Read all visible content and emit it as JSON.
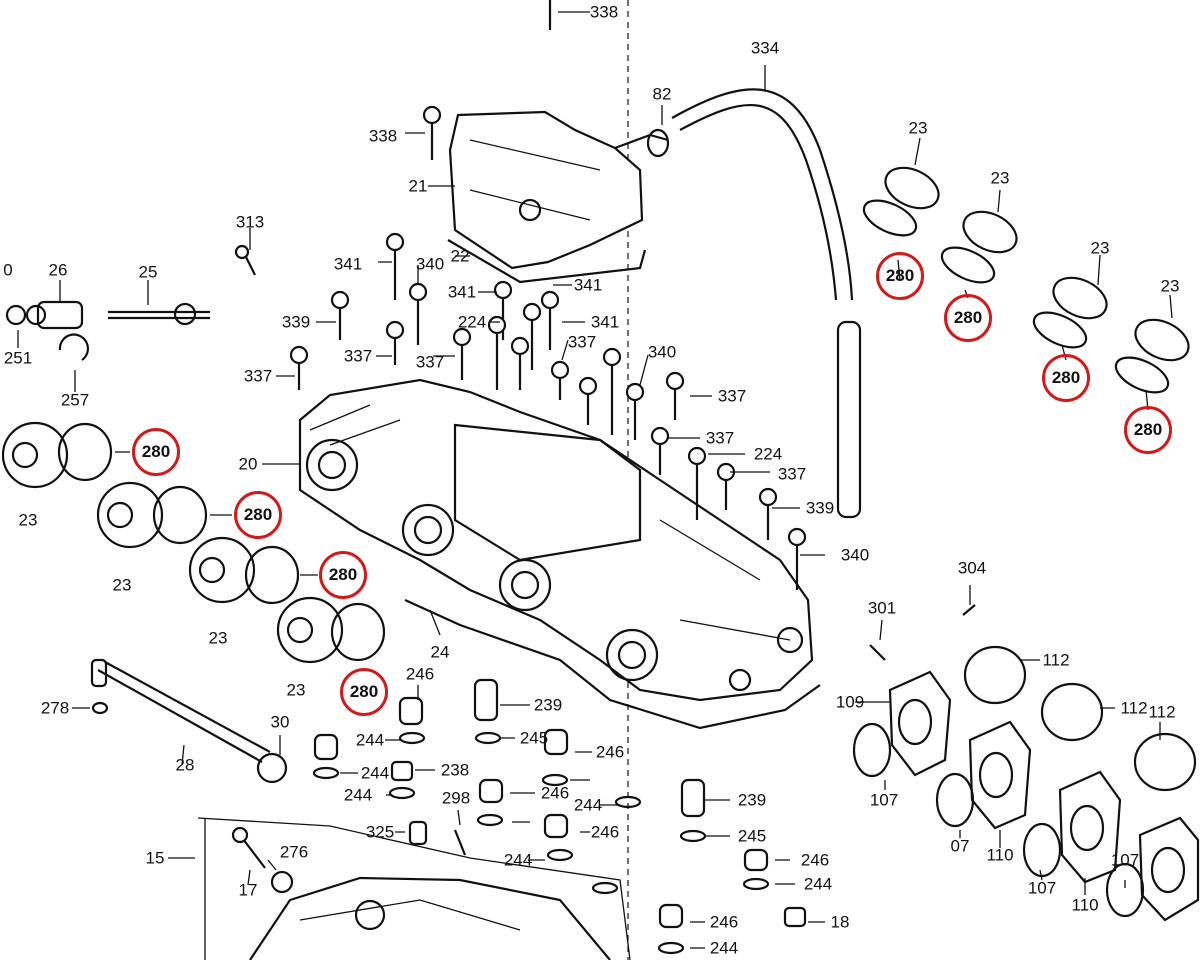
{
  "diagram": {
    "accent_color": "#d21a1a",
    "highlighted_part": "280",
    "labels": [
      {
        "id": "l338a",
        "text": "338"
      },
      {
        "id": "l334",
        "text": "334"
      },
      {
        "id": "l82",
        "text": "82"
      },
      {
        "id": "l338b",
        "text": "338"
      },
      {
        "id": "l21",
        "text": "21"
      },
      {
        "id": "l22",
        "text": "22"
      },
      {
        "id": "l313",
        "text": "313"
      },
      {
        "id": "l0",
        "text": "0"
      },
      {
        "id": "l26",
        "text": "26"
      },
      {
        "id": "l25",
        "text": "25"
      },
      {
        "id": "l251",
        "text": "251"
      },
      {
        "id": "l257",
        "text": "257"
      },
      {
        "id": "l341a",
        "text": "341"
      },
      {
        "id": "l340a",
        "text": "340"
      },
      {
        "id": "l341b",
        "text": "341"
      },
      {
        "id": "l341c",
        "text": "341"
      },
      {
        "id": "l339a",
        "text": "339"
      },
      {
        "id": "l224a",
        "text": "224"
      },
      {
        "id": "l341d",
        "text": "341"
      },
      {
        "id": "l337a",
        "text": "337"
      },
      {
        "id": "l337b",
        "text": "337"
      },
      {
        "id": "l337c",
        "text": "337"
      },
      {
        "id": "l337d",
        "text": "337"
      },
      {
        "id": "l340b",
        "text": "340"
      },
      {
        "id": "l337e",
        "text": "337"
      },
      {
        "id": "l337f",
        "text": "337"
      },
      {
        "id": "l224b",
        "text": "224"
      },
      {
        "id": "l337g",
        "text": "337"
      },
      {
        "id": "l339b",
        "text": "339"
      },
      {
        "id": "l340c",
        "text": "340"
      },
      {
        "id": "l20",
        "text": "20"
      },
      {
        "id": "l23a",
        "text": "23"
      },
      {
        "id": "l23b",
        "text": "23"
      },
      {
        "id": "l23c",
        "text": "23"
      },
      {
        "id": "l23d",
        "text": "23"
      },
      {
        "id": "l24",
        "text": "24"
      },
      {
        "id": "l246a",
        "text": "246"
      },
      {
        "id": "l239a",
        "text": "239"
      },
      {
        "id": "l278",
        "text": "278"
      },
      {
        "id": "l30",
        "text": "30"
      },
      {
        "id": "l28",
        "text": "28"
      },
      {
        "id": "l244a",
        "text": "244"
      },
      {
        "id": "l245a",
        "text": "245"
      },
      {
        "id": "l246b",
        "text": "246"
      },
      {
        "id": "l244b",
        "text": "244"
      },
      {
        "id": "l238",
        "text": "238"
      },
      {
        "id": "l244c",
        "text": "244"
      },
      {
        "id": "l246c",
        "text": "246"
      },
      {
        "id": "l298",
        "text": "298"
      },
      {
        "id": "l244d",
        "text": "244"
      },
      {
        "id": "l246d",
        "text": "246"
      },
      {
        "id": "l325",
        "text": "325"
      },
      {
        "id": "l244e",
        "text": "244"
      },
      {
        "id": "l239b",
        "text": "239"
      },
      {
        "id": "l245b",
        "text": "245"
      },
      {
        "id": "l246e",
        "text": "246"
      },
      {
        "id": "l244f",
        "text": "244"
      },
      {
        "id": "l15",
        "text": "15"
      },
      {
        "id": "l17",
        "text": "17"
      },
      {
        "id": "l276",
        "text": "276"
      },
      {
        "id": "l246f",
        "text": "246"
      },
      {
        "id": "l244g",
        "text": "244"
      },
      {
        "id": "l18",
        "text": "18"
      },
      {
        "id": "l23e",
        "text": "23"
      },
      {
        "id": "l23f",
        "text": "23"
      },
      {
        "id": "l23g",
        "text": "23"
      },
      {
        "id": "l23h",
        "text": "23"
      },
      {
        "id": "l304",
        "text": "304"
      },
      {
        "id": "l301",
        "text": "301"
      },
      {
        "id": "l112a",
        "text": "112"
      },
      {
        "id": "l109",
        "text": "109"
      },
      {
        "id": "l112b",
        "text": "112"
      },
      {
        "id": "l112c",
        "text": "112"
      },
      {
        "id": "l107a",
        "text": "107"
      },
      {
        "id": "l07",
        "text": "07"
      },
      {
        "id": "l110a",
        "text": "110"
      },
      {
        "id": "l107b",
        "text": "107"
      },
      {
        "id": "l110b",
        "text": "110"
      },
      {
        "id": "l107c",
        "text": "107"
      }
    ],
    "circled": [
      {
        "id": "c1",
        "text": "280"
      },
      {
        "id": "c2",
        "text": "280"
      },
      {
        "id": "c3",
        "text": "280"
      },
      {
        "id": "c4",
        "text": "280"
      },
      {
        "id": "c5",
        "text": "280"
      },
      {
        "id": "c6",
        "text": "280"
      },
      {
        "id": "c7",
        "text": "280"
      },
      {
        "id": "c8",
        "text": "280"
      }
    ]
  }
}
